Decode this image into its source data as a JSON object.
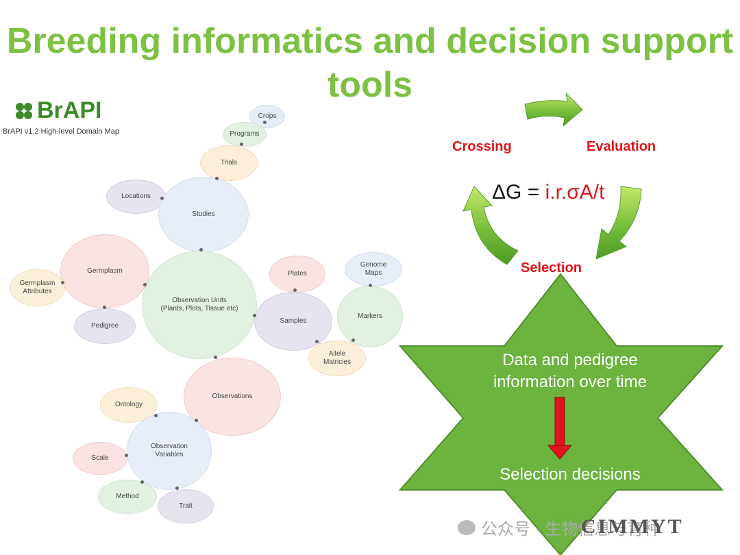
{
  "slide": {
    "title": "Breeding informatics and decision support tools"
  },
  "brapi": {
    "logo_text": "BrAPI",
    "subtitle": "BrAPI v1.2 High-level Domain Map",
    "nodes": [
      {
        "id": "crops",
        "label": "Crops"
      },
      {
        "id": "programs",
        "label": "Programs"
      },
      {
        "id": "trials",
        "label": "Trials"
      },
      {
        "id": "locations",
        "label": "Locations"
      },
      {
        "id": "studies",
        "label": "Studies"
      },
      {
        "id": "germplasm",
        "label": "Germplasm"
      },
      {
        "id": "germplasm-attributes",
        "label": "Germplasm\nAttributes"
      },
      {
        "id": "pedigree",
        "label": "Pedigree"
      },
      {
        "id": "observation-units",
        "label": "Observation Units\n(Plants, Plots, Tissue etc)"
      },
      {
        "id": "plates",
        "label": "Plates"
      },
      {
        "id": "genome-maps",
        "label": "Genome\nMaps"
      },
      {
        "id": "samples",
        "label": "Samples"
      },
      {
        "id": "markers",
        "label": "Markers"
      },
      {
        "id": "allele-matricies",
        "label": "Allele\nMatricies"
      },
      {
        "id": "observations",
        "label": "Observations"
      },
      {
        "id": "ontology",
        "label": "Ontology"
      },
      {
        "id": "observation-variables",
        "label": "Observation\nVariables"
      },
      {
        "id": "scale",
        "label": "Scale"
      },
      {
        "id": "method",
        "label": "Method"
      },
      {
        "id": "trait",
        "label": "Trait"
      }
    ]
  },
  "cycle": {
    "crossing": "Crossing",
    "evaluation": "Evaluation",
    "selection": "Selection",
    "formula_prefix": "ΔG = ",
    "formula_terms": "i.r.σA/t"
  },
  "star": {
    "top_text": "Data and pedigree\ninformation over time",
    "bottom_text": "Selection decisions"
  },
  "watermark": {
    "text": "公众号 · 生物信息与育种",
    "brand": "CIMMYT"
  },
  "colors": {
    "title_green": "#7dc143",
    "star_green": "#6cb33f",
    "arrow_red": "#e0141a",
    "label_red": "#e0141a"
  }
}
